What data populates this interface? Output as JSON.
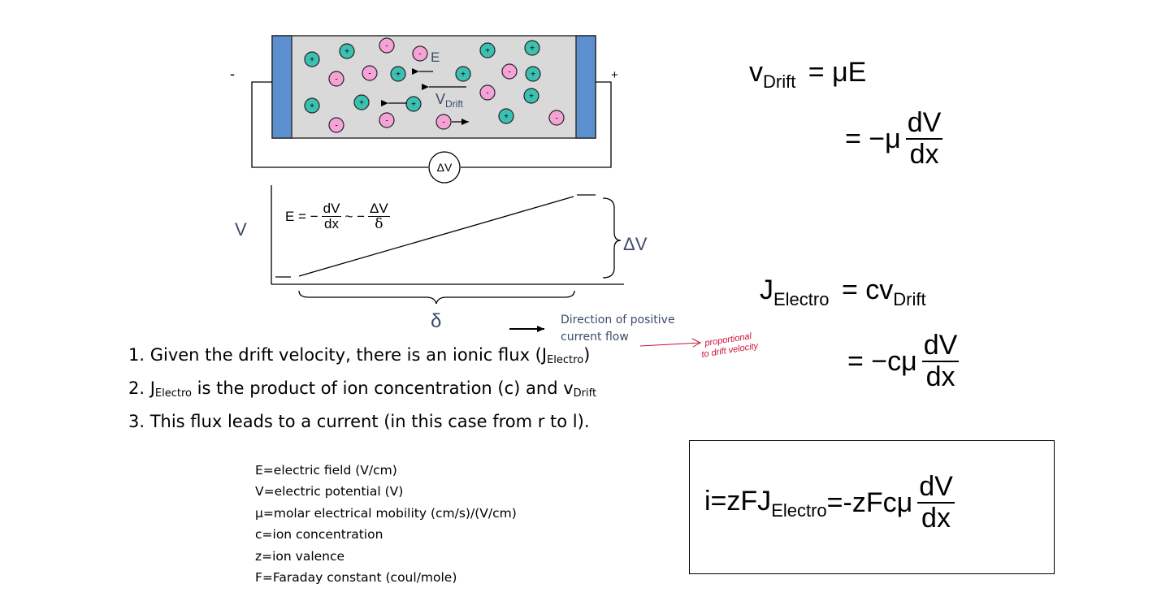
{
  "diagram": {
    "negative_terminal": "-",
    "positive_terminal": "+",
    "field_label": "E",
    "drift_label_main": "V",
    "drift_label_sub": "Drift",
    "meter_label": "ΔV",
    "plus_sign": "+",
    "minus_sign": "-",
    "graph_axis_label": "V",
    "delta_v_label": "ΔV",
    "delta_label": "δ",
    "field_eq": {
      "lhs": "E = −",
      "frac1_num": "dV",
      "frac1_den": "dx",
      "approx": "~ −",
      "frac2_num": "ΔV",
      "frac2_den": "δ"
    },
    "current_flow_caption": [
      "Direction of positive",
      "current flow"
    ],
    "handwritten_note": [
      "proportional",
      "to drift velocity"
    ],
    "colors": {
      "electrode": "#5b8fd0",
      "solution": "#d9d9d9",
      "cation": "#3cc0b1",
      "anion": "#f5a3d6",
      "annotation": "#cc1133"
    }
  },
  "equations": {
    "vdrift": {
      "lhs_main": "v",
      "lhs_sub": "Drift",
      "rhs_line1": "= μE",
      "rhs_line2_prefix": "= −μ",
      "num": "dV",
      "den": "dx"
    },
    "jelectro": {
      "lhs_main": "J",
      "lhs_sub": "Electro",
      "rhs_line1_main": "= cv",
      "rhs_line1_sub": "Drift",
      "rhs_line2_prefix": "= −cμ",
      "num": "dV",
      "den": "dx"
    },
    "current": {
      "part1": "i=zFJ",
      "sub": "Electro",
      "part2": "=-zFcμ",
      "num": "dV",
      "den": "dx"
    }
  },
  "list": [
    {
      "pre": "1. Given the drift velocity, there is an ionic flux (J",
      "sub": "Electro",
      "post": ")"
    },
    {
      "pre": "2. J",
      "sub": "Electro",
      "mid": " is the product of ion concentration (c) and v",
      "sub2": "Drift"
    },
    {
      "pre": "3. This flux leads to a current (in this case from r to l)."
    }
  ],
  "definitions": [
    "E=electric field (V/cm)",
    "V=electric potential (V)",
    "μ=molar electrical mobility (cm/s)/(V/cm)",
    "c=ion concentration",
    "z=ion valence",
    "F=Faraday constant (coul/mole)"
  ]
}
